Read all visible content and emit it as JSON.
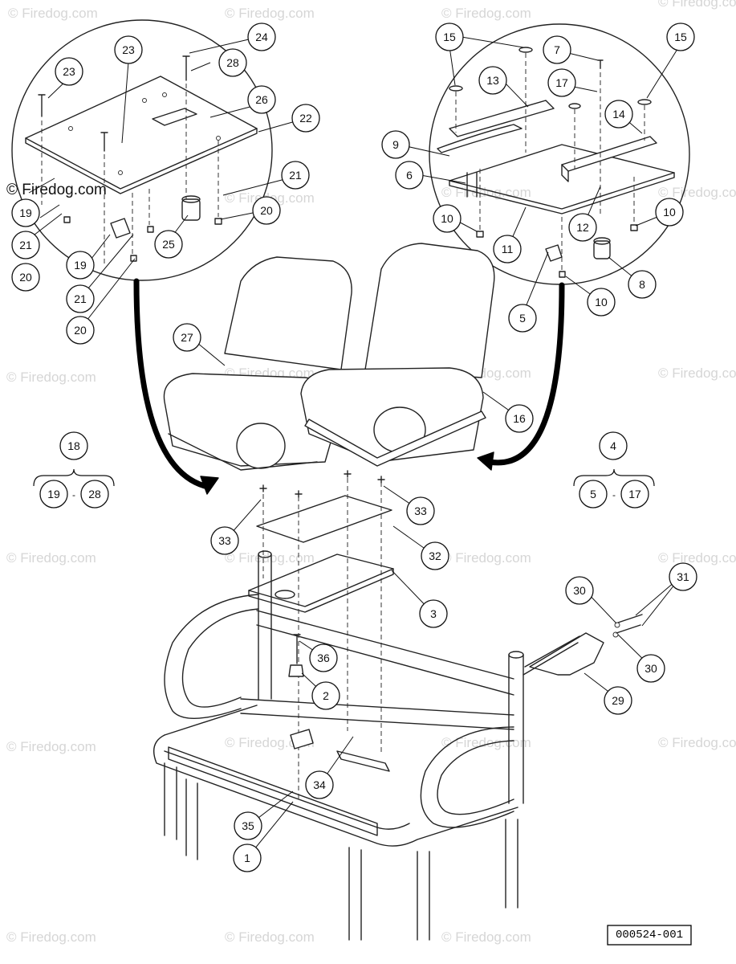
{
  "watermark": {
    "text": "© Firedog.com",
    "prominent_text": "© Firedog.com"
  },
  "drawing_number": "000524-001",
  "callouts": [
    "24",
    "23",
    "28",
    "23",
    "26",
    "22",
    "21",
    "19",
    "20",
    "21",
    "25",
    "19",
    "21",
    "20",
    "20",
    "15",
    "7",
    "15",
    "13",
    "17",
    "14",
    "9",
    "6",
    "10",
    "12",
    "10",
    "11",
    "5",
    "10",
    "8",
    "27",
    "16",
    "18",
    "19",
    "28",
    "4",
    "5",
    "17",
    "33",
    "33",
    "32",
    "3",
    "30",
    "31",
    "30",
    "29",
    "36",
    "2",
    "34",
    "35",
    "1"
  ],
  "colors": {
    "line": "#222222",
    "watermark": "#d6d6d6",
    "background": "#ffffff"
  }
}
